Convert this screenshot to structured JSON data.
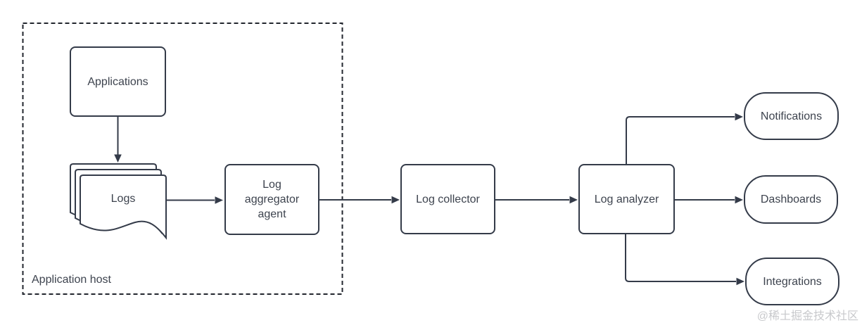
{
  "diagram": {
    "type": "flowchart",
    "container": {
      "label": "Application host"
    },
    "nodes": {
      "applications": "Applications",
      "logs": "Logs",
      "log_aggregator_agent": "Log aggregator agent",
      "log_collector": "Log collector",
      "log_analyzer": "Log analyzer",
      "notifications": "Notifications",
      "dashboards": "Dashboards",
      "integrations": "Integrations"
    },
    "edges": [
      {
        "from": "Applications",
        "to": "Logs"
      },
      {
        "from": "Logs",
        "to": "Log aggregator agent"
      },
      {
        "from": "Log aggregator agent",
        "to": "Log collector"
      },
      {
        "from": "Log collector",
        "to": "Log analyzer"
      },
      {
        "from": "Log analyzer",
        "to": "Notifications"
      },
      {
        "from": "Log analyzer",
        "to": "Dashboards"
      },
      {
        "from": "Log analyzer",
        "to": "Integrations"
      }
    ],
    "colors": {
      "stroke": "#343b49",
      "dash": "#22262e",
      "text": "#3d434e",
      "watermark": "#c8c9cc",
      "background": "#ffffff"
    }
  },
  "watermark": "@稀土掘金技术社区"
}
